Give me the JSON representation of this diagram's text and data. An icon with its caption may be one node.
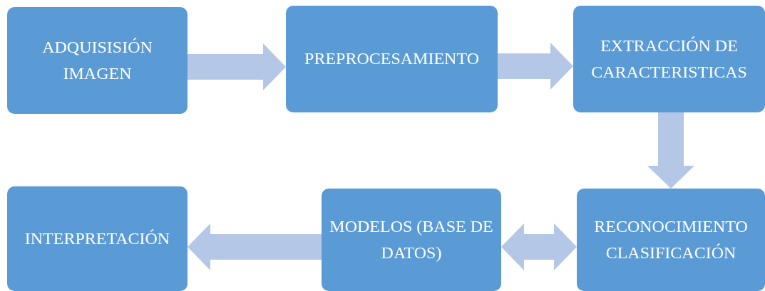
{
  "diagram": {
    "nodes": [
      {
        "text": [
          "ADQUISISIÓN IMAGEN"
        ]
      },
      {
        "text": [
          "PREPROCESAMIENTO"
        ]
      },
      {
        "text": [
          "EXTRACCIÓN DE CARACTERISTICAS"
        ]
      },
      {
        "text": [
          "INTERPRETACIÓN"
        ]
      },
      {
        "text": [
          "MODELOS (BASE DE DATOS)"
        ]
      },
      {
        "text": [
          "RECONOCIMIENTO CLASIFICACIÓN"
        ]
      }
    ],
    "edges": [
      {
        "from": 0,
        "to": 1,
        "arrow": "to"
      },
      {
        "from": 1,
        "to": 2,
        "arrow": "to"
      },
      {
        "from": 2,
        "to": 5,
        "arrow": "to"
      },
      {
        "from": 5,
        "to": 4,
        "arrow": "both"
      },
      {
        "from": 4,
        "to": 3,
        "arrow": "to"
      }
    ]
  }
}
